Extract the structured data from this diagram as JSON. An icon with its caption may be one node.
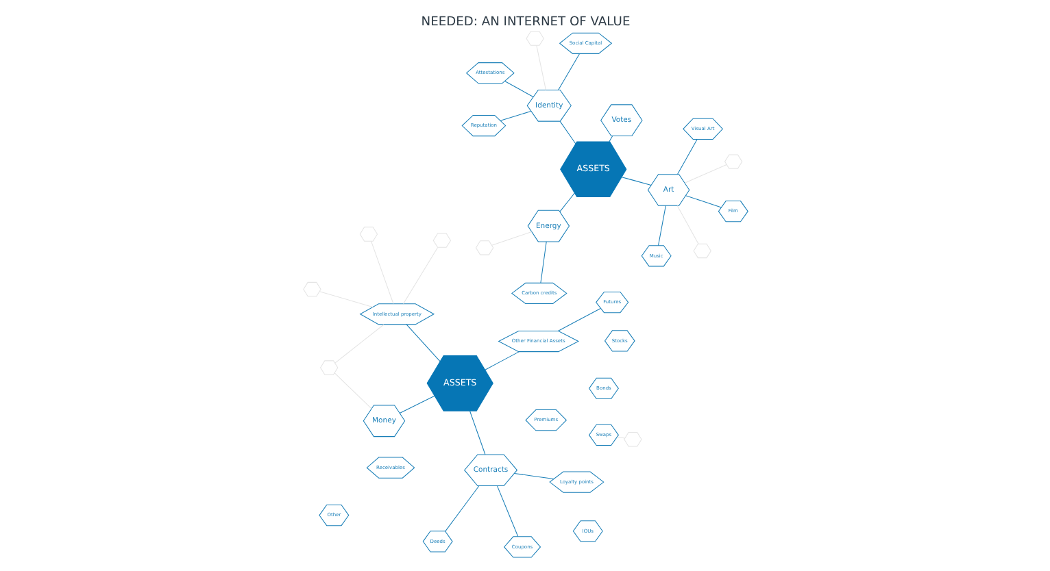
{
  "diagram": {
    "title": "NEEDED: AN INTERNET OF VALUE",
    "nodes": [
      {
        "text": [
          "Reputation"
        ]
      },
      {
        "text": [
          "Social Capital"
        ]
      },
      {
        "text": [
          "Money"
        ]
      },
      {
        "text": [],
        "shape": "hexagon"
      },
      {
        "text": [
          "Intellectual property"
        ]
      },
      {
        "text": [],
        "shape": "hexagon"
      },
      {
        "text": [],
        "shape": "hexagon"
      },
      {
        "text": [],
        "shape": "hexagon"
      },
      {
        "text": [
          "Identity"
        ]
      },
      {
        "text": [
          "Attestations"
        ]
      },
      {
        "text": [],
        "shape": "hexagon"
      },
      {
        "text": [
          "ASSETS"
        ]
      },
      {
        "text": [
          "Loyalty points"
        ]
      },
      {
        "text": [
          "Contracts"
        ]
      },
      {
        "text": [
          "Deeds"
        ]
      },
      {
        "text": [],
        "shape": "hexagon"
      },
      {
        "text": [
          "Carbon credits"
        ]
      },
      {
        "text": [
          "Energy"
        ]
      },
      {
        "text": [
          "ASSETS"
        ]
      },
      {
        "text": [
          "Coupons"
        ]
      },
      {
        "text": [
          "Other Financial Assets"
        ]
      },
      {
        "text": [],
        "shape": "hexagon"
      },
      {
        "text": [
          "Music"
        ]
      },
      {
        "text": [
          "Art"
        ]
      },
      {
        "text": [],
        "shape": "hexagon"
      },
      {
        "text": [
          "Votes"
        ]
      },
      {
        "text": [
          "Bonds"
        ]
      },
      {
        "text": [
          "Premiums"
        ]
      },
      {
        "text": [
          "Stocks"
        ]
      },
      {
        "text": [
          "Other"
        ]
      },
      {
        "text": [
          "Futures"
        ]
      },
      {
        "text": [
          "Receivables"
        ]
      },
      {
        "text": [
          "Swaps"
        ]
      },
      {
        "text": [
          "IOUs"
        ]
      },
      {
        "text": [
          "Visual Art"
        ]
      },
      {
        "text": [
          "Film"
        ]
      },
      {
        "text": [],
        "shape": "hexagon"
      }
    ],
    "edges": [
      {
        "from": 8,
        "to": 0,
        "arrow": "none"
      },
      {
        "from": 8,
        "to": 1,
        "arrow": "none"
      },
      {
        "from": 8,
        "to": 9,
        "arrow": "none"
      },
      {
        "from": 8,
        "to": 10,
        "arrow": "none",
        "color": "#e4e4e4"
      },
      {
        "from": 18,
        "to": 8,
        "arrow": "none"
      },
      {
        "from": 11,
        "to": 2,
        "arrow": "none"
      },
      {
        "from": 2,
        "to": 3,
        "arrow": "none",
        "color": "#e4e4e4"
      },
      {
        "from": 3,
        "to": 4,
        "arrow": "none",
        "color": "#e4e4e4"
      },
      {
        "from": 4,
        "to": 5,
        "arrow": "none",
        "color": "#e4e4e4"
      },
      {
        "from": 4,
        "to": 6,
        "arrow": "none",
        "color": "#e4e4e4"
      },
      {
        "from": 4,
        "to": 7,
        "arrow": "none",
        "color": "#e4e4e4"
      },
      {
        "from": 11,
        "to": 4,
        "arrow": "none"
      },
      {
        "from": 11,
        "to": 13,
        "arrow": "none"
      },
      {
        "from": 13,
        "to": 12,
        "arrow": "none"
      },
      {
        "from": 13,
        "to": 14,
        "arrow": "none"
      },
      {
        "from": 13,
        "to": 19,
        "arrow": "none"
      },
      {
        "from": 11,
        "to": 20,
        "arrow": "none"
      },
      {
        "from": 18,
        "to": 17,
        "arrow": "none"
      },
      {
        "from": 17,
        "to": 16,
        "arrow": "none"
      },
      {
        "from": 17,
        "to": 15,
        "arrow": "none",
        "color": "#e4e4e4"
      },
      {
        "from": 18,
        "to": 23,
        "arrow": "none"
      },
      {
        "from": 18,
        "to": 25,
        "arrow": "none"
      },
      {
        "from": 23,
        "to": 22,
        "arrow": "none"
      },
      {
        "from": 23,
        "to": 21,
        "arrow": "none",
        "color": "#e4e4e4"
      },
      {
        "from": 23,
        "to": 24,
        "arrow": "none",
        "color": "#e4e4e4"
      },
      {
        "from": 23,
        "to": 34,
        "arrow": "none"
      },
      {
        "from": 23,
        "to": 35,
        "arrow": "none"
      },
      {
        "from": 20,
        "to": 30,
        "arrow": "none"
      },
      {
        "from": 32,
        "to": 36,
        "arrow": "none",
        "color": "#e4e4e4"
      }
    ]
  }
}
